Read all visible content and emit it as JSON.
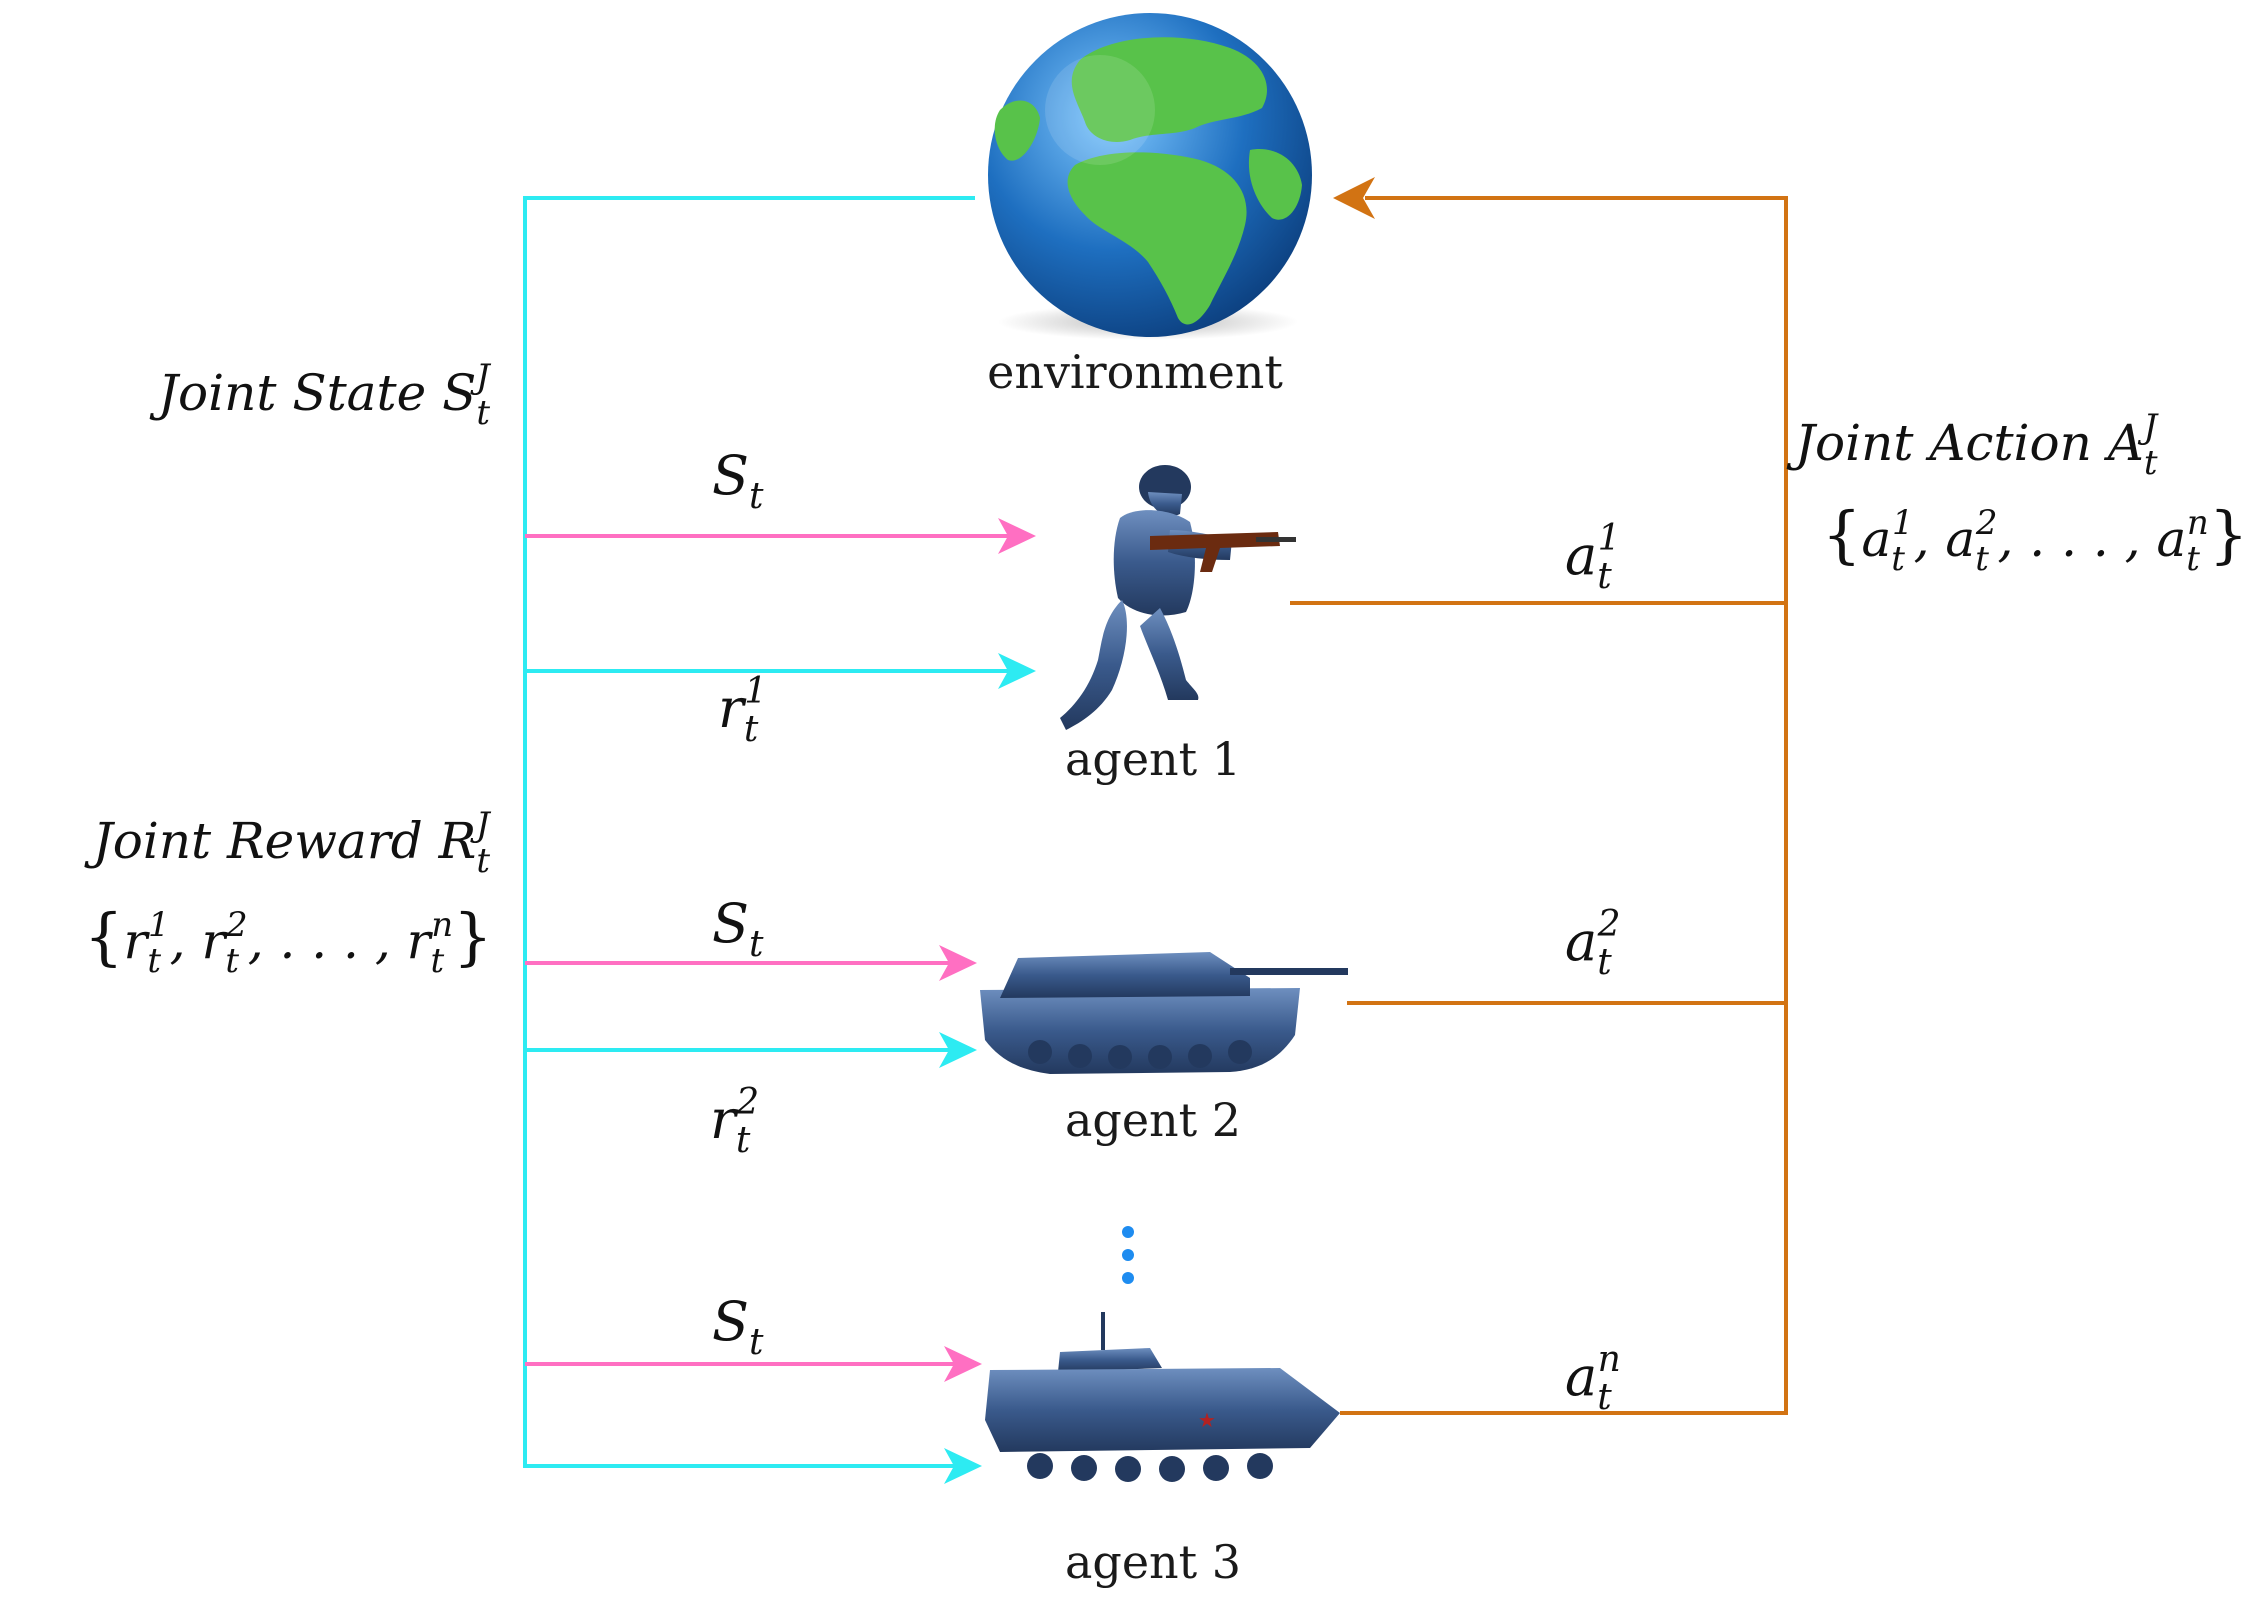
{
  "colors": {
    "state": "#2DEBF2",
    "input": "#FF6FC2",
    "action": "#D27313",
    "dots": "#1E8CF0",
    "agent_body": "#3A5A8C",
    "agent_dark": "#23395E",
    "agent_light": "#6E8FBF",
    "ocean": "#1E6FC0",
    "land": "#58C24A"
  },
  "environment": {
    "label": "environment",
    "icon": "globe-icon"
  },
  "joint_state": {
    "text": "Joint State ",
    "sym": "S",
    "sub": "t",
    "sup": "J"
  },
  "joint_reward": {
    "text": "Joint Reward ",
    "sym": "R",
    "sub": "t",
    "sup": "J",
    "set_open": "{",
    "set_close": "}",
    "r1": {
      "sym": "r",
      "sub": "t",
      "sup": "1"
    },
    "r2": {
      "sym": "r",
      "sub": "t",
      "sup": "2"
    },
    "rn": {
      "sym": "r",
      "sub": "t",
      "sup": "n"
    },
    "ellipsis": ", . . . , "
  },
  "joint_action": {
    "text": "Joint Action ",
    "sym": "A",
    "sub": "t",
    "sup": "J",
    "set_open": "{",
    "set_close": "}",
    "a1": {
      "sym": "a",
      "sub": "t",
      "sup": "1"
    },
    "a2": {
      "sym": "a",
      "sub": "t",
      "sup": "2"
    },
    "an": {
      "sym": "a",
      "sub": "t",
      "sup": "n"
    },
    "ellipsis": ", . . . , "
  },
  "agents": [
    {
      "label": "agent 1",
      "icon": "soldier-icon",
      "state": {
        "sym": "S",
        "sub": "t"
      },
      "reward": {
        "sym": "r",
        "sub": "t",
        "sup": "1"
      },
      "action": {
        "sym": "a",
        "sub": "t",
        "sup": "1"
      }
    },
    {
      "label": "agent 2",
      "icon": "tank-icon",
      "state": {
        "sym": "S",
        "sub": "t"
      },
      "reward": {
        "sym": "r",
        "sub": "t",
        "sup": "2"
      },
      "action": {
        "sym": "a",
        "sub": "t",
        "sup": "2"
      }
    },
    {
      "label": "agent 3",
      "icon": "armored-vehicle-icon",
      "state": {
        "sym": "S",
        "sub": "t"
      },
      "action": {
        "sym": "a",
        "sub": "t",
        "sup": "n"
      }
    }
  ]
}
